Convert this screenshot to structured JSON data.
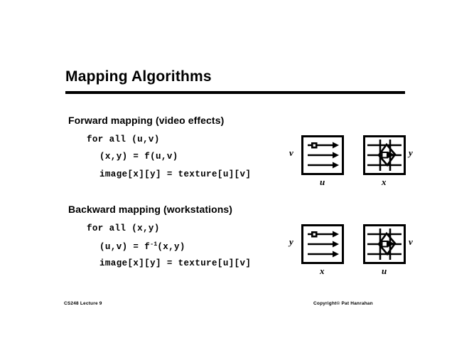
{
  "slide": {
    "title": "Mapping Algorithms",
    "sections": [
      {
        "heading": "Forward mapping (video effects)",
        "code": [
          "for all (u,v)",
          "(x,y) = f(u,v)",
          "image[x][y] = texture[u][v]"
        ],
        "figures": {
          "left": {
            "type": "source-square-with-arrows",
            "label_side": "v",
            "label_bottom": "u"
          },
          "right": {
            "type": "warped-grid-with-rotated-quad",
            "label_side": "y",
            "label_bottom": "x"
          }
        }
      },
      {
        "heading": "Backward mapping (workstations)",
        "code": [
          "for all (x,y)",
          "(u,v) = f",
          "image[x][y] = texture[u][v]"
        ],
        "code_sup": "-1",
        "code_tail": "(x,y)",
        "figures": {
          "left": {
            "type": "source-square-with-arrows",
            "label_side": "y",
            "label_bottom": "x"
          },
          "right": {
            "type": "warped-grid-with-rotated-quad",
            "label_side": "v",
            "label_bottom": "u"
          }
        }
      }
    ],
    "footer": {
      "left": "CS248 Lecture 9",
      "right": "Copyright© Pat Hanrahan"
    },
    "colors": {
      "background": "#ffffff",
      "ink": "#000000"
    }
  }
}
